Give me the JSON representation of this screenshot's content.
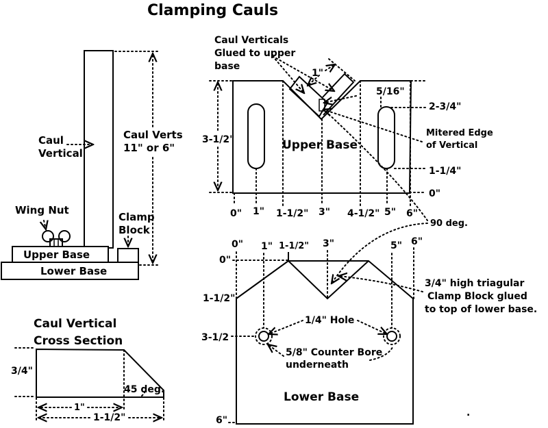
{
  "title": "Clamping Cauls",
  "side_view": {
    "caul_vertical": [
      "Caul",
      "Vertical"
    ],
    "caul_verts": [
      "Caul Verts",
      "11\" or 6\""
    ],
    "wing_nut": "Wing Nut",
    "clamp_block": [
      "Clamp",
      "Block"
    ],
    "upper_base": "Upper Base",
    "lower_base": "Lower Base"
  },
  "upper_base_view": {
    "note_caul_verticals": [
      "Caul Verticals",
      "Glued to upper",
      "base"
    ],
    "dim_1in": "1\"",
    "dim_5_16": "5/16\"",
    "dim_2_3_4": "2-3/4\"",
    "mitered_edge": [
      "Mitered Edge",
      "of Vertical"
    ],
    "dim_3_1_2": "3-1/2\"",
    "title": "Upper Base",
    "dim_1_1_4": "1-1/4\"",
    "dim_0_right": "0\"",
    "bottom_ticks": [
      "0\"",
      "1\"",
      "1-1/2\"",
      "3\"",
      "4-1/2\"",
      "5\"",
      "6\""
    ],
    "angle": "90 deg."
  },
  "lower_base_view": {
    "top_ticks": [
      "0\"",
      "1\"",
      "1-1/2\"",
      "3\"",
      "5\"",
      "6\""
    ],
    "left_ticks": [
      "0\"",
      "1-1/2\"",
      "3-1/2",
      "6\""
    ],
    "clamp_block_note": [
      "3/4\" high triagular",
      "Clamp Block glued",
      "to top of lower base."
    ],
    "hole": "1/4\" Hole",
    "counter_bore": [
      "5/8\" Counter Bore",
      "underneath"
    ],
    "title": "Lower Base",
    "stray_mark": "."
  },
  "cross_section": {
    "title": [
      "Caul Vertical",
      "Cross Section"
    ],
    "dim_3_4": "3/4\"",
    "angle": "45 deg.",
    "dim_1in": "1\"",
    "dim_1_1_2": "1-1/2\""
  }
}
